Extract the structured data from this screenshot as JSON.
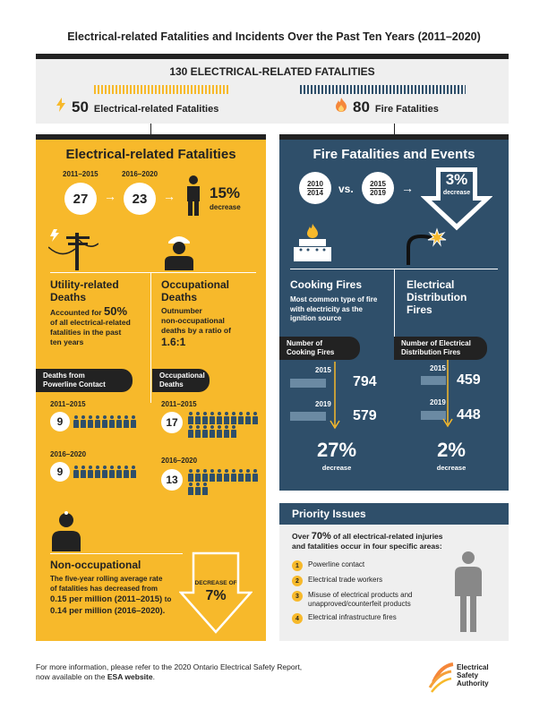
{
  "title": "Electrical-related Fatalities and Incidents Over the Past Ten Years (2011–2020)",
  "header": {
    "total": "130 ELECTRICAL-RELATED FATALITIES",
    "elec_num": "50",
    "elec_label": "Electrical-related Fatalities",
    "fire_num": "80",
    "fire_label": "Fire Fatalities"
  },
  "electrical": {
    "title": "Electrical-related Fatalities",
    "period1": "2011–2015",
    "period2": "2016–2020",
    "value1": "27",
    "value2": "23",
    "pct": "15%",
    "pct_label": "decrease",
    "utility": {
      "title_l1": "Utility-related",
      "title_l2": "Deaths",
      "desc_prefix": "Accounted for",
      "desc_pct": "50%",
      "desc_l2": "of all electrical-related",
      "desc_l3": "fatalities in the past",
      "desc_l4": "ten years",
      "pill_l1": "Deaths from",
      "pill_l2": "Powerline Contact",
      "p1": "2011–2015",
      "v1": "9",
      "p2": "2016–2020",
      "v2": "9"
    },
    "occupational": {
      "title_l1": "Occupational",
      "title_l2": "Deaths",
      "desc_l1": "Outnumber",
      "desc_l2": "non-occupational",
      "desc_l3": "deaths by a ratio of",
      "ratio": "1.6:1",
      "pill_l1": "Occupational",
      "pill_l2": "Deaths",
      "p1": "2011–2015",
      "v1": "17",
      "p2": "2016–2020",
      "v2": "13"
    },
    "nonocc": {
      "title": "Non-occupational",
      "desc_l1": "The five-year rolling average rate",
      "desc_l2": "of fatalities has decreased from",
      "rate1": "0.15 per million (2011–2015)",
      "rate1_suffix": "to",
      "rate2": "0.14 per million (2016–2020).",
      "arrow_label": "DECREASE OF",
      "arrow_pct": "7%"
    }
  },
  "fire": {
    "title": "Fire Fatalities and Events",
    "c1_top": "2010",
    "c1_bot": "2014",
    "vs": "vs.",
    "c2_top": "2015",
    "c2_bot": "2019",
    "pct": "3%",
    "pct_label": "decrease",
    "cooking": {
      "title": "Cooking Fires",
      "desc_l1": "Most common type of fire",
      "desc_l2": "with electricity as the",
      "desc_l3": "ignition source",
      "pill_l1": "Number of",
      "pill_l2": "Cooking Fires",
      "y1": "2015",
      "v1": "794",
      "y2": "2019",
      "v2": "579",
      "pct": "27%",
      "pct_label": "decrease"
    },
    "distribution": {
      "title_l1": "Electrical",
      "title_l2": "Distribution",
      "title_l3": "Fires",
      "pill_l1": "Number of Electrical",
      "pill_l2": "Distribution Fires",
      "y1": "2015",
      "v1": "459",
      "y2": "2019",
      "v2": "448",
      "pct": "2%",
      "pct_label": "decrease"
    }
  },
  "priority": {
    "title": "Priority Issues",
    "intro_prefix": "Over",
    "intro_pct": "70%",
    "intro_rest": "of all electrical-related injuries",
    "intro_l2": "and fatalities occur in four specific areas:",
    "items": [
      {
        "n": "1",
        "l1": "Powerline contact",
        "l2": ""
      },
      {
        "n": "2",
        "l1": "Electrical trade workers",
        "l2": ""
      },
      {
        "n": "3",
        "l1": "Misuse of electrical products and",
        "l2": "unapproved/counterfeit products"
      },
      {
        "n": "4",
        "l1": "Electrical infrastructure fires",
        "l2": ""
      }
    ]
  },
  "footer": {
    "l1": "For more information, please refer to the 2020 Ontario Electrical Safety Report,",
    "l2_prefix": "now available on the",
    "l2_link": "ESA website",
    "l2_suffix": ".",
    "logo_l1": "Electrical",
    "logo_l2": "Safety",
    "logo_l3": "Authority"
  },
  "colors": {
    "accent": "#f7b92b",
    "navy": "#2f4f6a",
    "dark": "#222222"
  }
}
